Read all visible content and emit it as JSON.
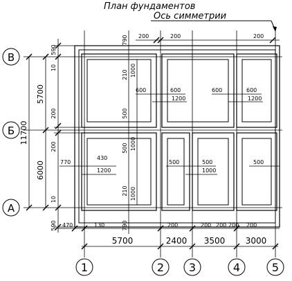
{
  "drawing": {
    "title": "План фундаментов",
    "symmetry_label": "Ось симметрии"
  },
  "axes": {
    "rows": [
      "В",
      "Б",
      "А"
    ],
    "columns": [
      "1",
      "2",
      "3",
      "4",
      "5"
    ]
  },
  "dimensions": {
    "bottom_spans": [
      "5700",
      "2400",
      "3500",
      "3000"
    ],
    "left_spans": [
      "5700",
      "6000"
    ],
    "left_total": "11700",
    "top_offsets": [
      "200",
      "200",
      "200"
    ],
    "bottom_offsets": [
      "470",
      "130",
      "200",
      "200",
      "200",
      "200",
      "200"
    ],
    "left_col_labels": [
      "590",
      "10",
      "200",
      "200",
      "10",
      "590"
    ],
    "inner_col_labels": [
      "790",
      "210",
      "1000",
      "500",
      "500",
      "1000",
      "210",
      "1000",
      "790"
    ],
    "row_b_labels": [
      "600",
      "600",
      "1200",
      "600",
      "600",
      "1200"
    ],
    "row_a_labels": [
      "770",
      "430",
      "1200",
      "500",
      "500",
      "1000",
      "500"
    ]
  }
}
